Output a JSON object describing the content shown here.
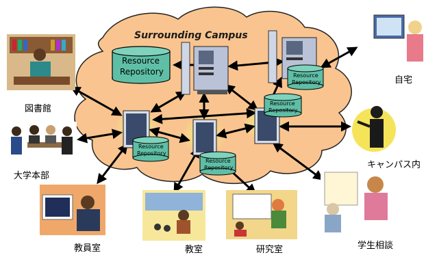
{
  "title": "Surrounding Campus",
  "repository_label_large": [
    "Resource",
    "Repository"
  ],
  "repository_label_small": [
    "Resource",
    "Repository"
  ],
  "places": {
    "library": "図書館",
    "headquarters": "大学本部",
    "faculty_room": "教員室",
    "classroom": "教室",
    "lab": "研究室",
    "home": "自宅",
    "on_campus": "キャンパス内",
    "counseling": "学生相談"
  },
  "colors": {
    "cloud": "#f9c48f",
    "cylinder": "#5fbfa6",
    "glow": "#e6ef6a"
  }
}
